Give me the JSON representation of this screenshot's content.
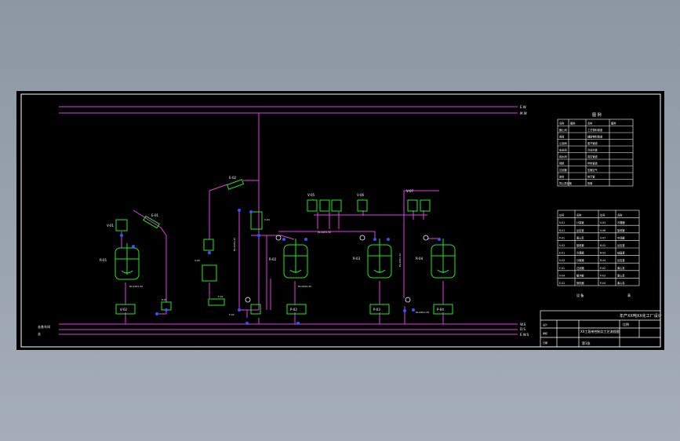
{
  "colors": {
    "background": "#000000",
    "frame": "#ffffff",
    "process_line": "#e040e0",
    "equipment": "#22e822",
    "valve": "#3a50ff",
    "instrument": "#ffffff",
    "legend_text": "#ffffff"
  },
  "header_lines": {
    "line_1": "E.W",
    "line_2": "M.W"
  },
  "bottom_lines": {
    "left_label_1": "去各车间",
    "left_label_2": "去",
    "right_1": "W.S",
    "right_2": "D.S",
    "right_3": "E.W.S"
  },
  "equipment": {
    "meas_tank_1": "V-01",
    "reactor_1": "R-01",
    "pump_1": "P-01",
    "receiver_1": "V-02",
    "condenser_1": "E-01",
    "separator_1": "V-03",
    "filter_1": "F-01",
    "filter_2": "F-02",
    "buffer_1": "V-04",
    "cond_top": "E-02",
    "tanks_label_1": "V-05",
    "tanks_label_2": "V-06",
    "tanks_label_3": "V-07",
    "reactor_2": "R-02",
    "reactor_3": "R-03",
    "reactor_4": "R-04",
    "pump_2": "P-02",
    "pump_3": "P-03",
    "pump_4": "P-04"
  },
  "pipes": {
    "p1": "PL-0101-32",
    "p2": "PL-0102-25",
    "p3": "PL-0201-32",
    "p4": "PL-0202-25",
    "p5": "PL-0301-32",
    "p6": "PL-0401-25"
  },
  "legend": {
    "title": "图 例",
    "headers": [
      "名称",
      "图例",
      "名称",
      "图例"
    ],
    "rows": [
      [
        "截止阀",
        "",
        "工艺物料管道",
        ""
      ],
      [
        "闸阀",
        "",
        "辅助物料管道",
        ""
      ],
      [
        "止回阀",
        "",
        "蒸汽管道",
        ""
      ],
      [
        "安全阀",
        "",
        "冷却水管",
        ""
      ],
      [
        "疏水阀",
        "",
        "真空管道",
        ""
      ],
      [
        "视镜",
        "",
        "伴热管道",
        ""
      ],
      [
        "过滤器",
        "",
        "压缩空气",
        ""
      ],
      [
        "放空",
        "",
        "排污管",
        ""
      ],
      [
        "同心异径管",
        "",
        "软管",
        ""
      ]
    ]
  },
  "equipment_table": {
    "headers": [
      "位号",
      "名称",
      "位号",
      "名称"
    ],
    "rows": [
      [
        "V-01",
        "计量罐",
        "V-05",
        "冷凝器"
      ],
      [
        "R-01",
        "反应釜",
        "V-06",
        "接收罐"
      ],
      [
        "P-01",
        "离心泵",
        "V-07",
        "中间罐"
      ],
      [
        "V-02",
        "接收罐",
        "R-02",
        "反应釜"
      ],
      [
        "E-01",
        "冷凝器",
        "R-03",
        "结晶釜"
      ],
      [
        "V-03",
        "分离器",
        "R-04",
        "反应釜"
      ],
      [
        "F-01",
        "过滤器",
        "P-02",
        "离心泵"
      ],
      [
        "V-04",
        "缓冲罐",
        "P-03",
        "离心泵"
      ],
      [
        "E-02",
        "换热器",
        "P-04",
        "离心泵"
      ]
    ],
    "footer_left": "设 备",
    "footer_right": "表"
  },
  "title_block": {
    "main_title": "年产XX吨XX化工厂设计",
    "drawing_title": "XX工段带控制点工艺流程图",
    "scale": "比例",
    "sheet": "第1张",
    "left_cells": [
      "设计",
      "审核",
      "日期"
    ]
  }
}
